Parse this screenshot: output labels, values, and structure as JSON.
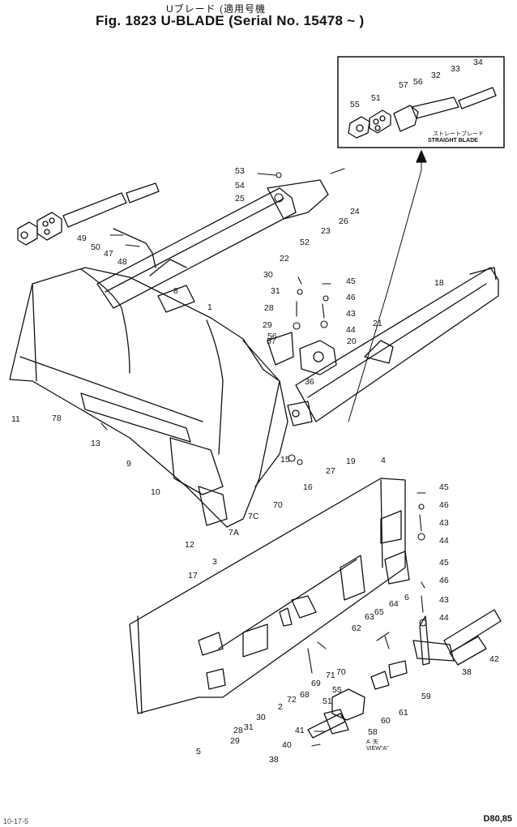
{
  "header": {
    "title_jp": "Uブレード (適用号機",
    "title_main": "Fig. 1823  U-BLADE  (Serial No. 15478 ~ )"
  },
  "inset": {
    "caption_jp": "ストレートブレード",
    "caption": "STRAIGHT BLADE"
  },
  "view_label": "A  矢\nVIEW\"A\"",
  "footer": {
    "code": "D80,85",
    "left_fragment": "10-17-5"
  },
  "callouts": [
    {
      "n": "34"
    },
    {
      "n": "57"
    },
    {
      "n": "56"
    },
    {
      "n": "32"
    },
    {
      "n": "33"
    },
    {
      "n": "55"
    },
    {
      "n": "51"
    },
    {
      "n": "53"
    },
    {
      "n": "54"
    },
    {
      "n": "25"
    },
    {
      "n": "24"
    },
    {
      "n": "26"
    },
    {
      "n": "23"
    },
    {
      "n": "52"
    },
    {
      "n": "22"
    },
    {
      "n": "49"
    },
    {
      "n": "50"
    },
    {
      "n": "47"
    },
    {
      "n": "48"
    },
    {
      "n": "8"
    },
    {
      "n": "30"
    },
    {
      "n": "31"
    },
    {
      "n": "45"
    },
    {
      "n": "46"
    },
    {
      "n": "43"
    },
    {
      "n": "28"
    },
    {
      "n": "29"
    },
    {
      "n": "44"
    },
    {
      "n": "18"
    },
    {
      "n": "1"
    },
    {
      "n": "21"
    },
    {
      "n": "20"
    },
    {
      "n": "36"
    },
    {
      "n": "78"
    },
    {
      "n": "11"
    },
    {
      "n": "13"
    },
    {
      "n": "9"
    },
    {
      "n": "10"
    },
    {
      "n": "12"
    },
    {
      "n": "7A"
    },
    {
      "n": "7C"
    },
    {
      "n": "70"
    },
    {
      "n": "16"
    },
    {
      "n": "15"
    },
    {
      "n": "27"
    },
    {
      "n": "19"
    },
    {
      "n": "4"
    },
    {
      "n": "6"
    },
    {
      "n": "3"
    },
    {
      "n": "17"
    },
    {
      "n": "2"
    },
    {
      "n": "5"
    },
    {
      "n": "62"
    },
    {
      "n": "63"
    },
    {
      "n": "65"
    },
    {
      "n": "64"
    },
    {
      "n": "42"
    },
    {
      "n": "38"
    },
    {
      "n": "59"
    },
    {
      "n": "61"
    },
    {
      "n": "60"
    },
    {
      "n": "58"
    },
    {
      "n": "41"
    },
    {
      "n": "40"
    },
    {
      "n": "72"
    },
    {
      "n": "68"
    },
    {
      "n": "69"
    },
    {
      "n": "71"
    },
    {
      "n": "29"
    },
    {
      "n": "28"
    },
    {
      "n": "31"
    },
    {
      "n": "30"
    },
    {
      "n": "45"
    },
    {
      "n": "46"
    },
    {
      "n": "43"
    },
    {
      "n": "44"
    },
    {
      "n": "45"
    },
    {
      "n": "46"
    },
    {
      "n": "43"
    },
    {
      "n": "44"
    },
    {
      "n": "55"
    },
    {
      "n": "51"
    },
    {
      "n": "38"
    },
    {
      "n": "57"
    },
    {
      "n": "56"
    },
    {
      "n": "70"
    }
  ]
}
